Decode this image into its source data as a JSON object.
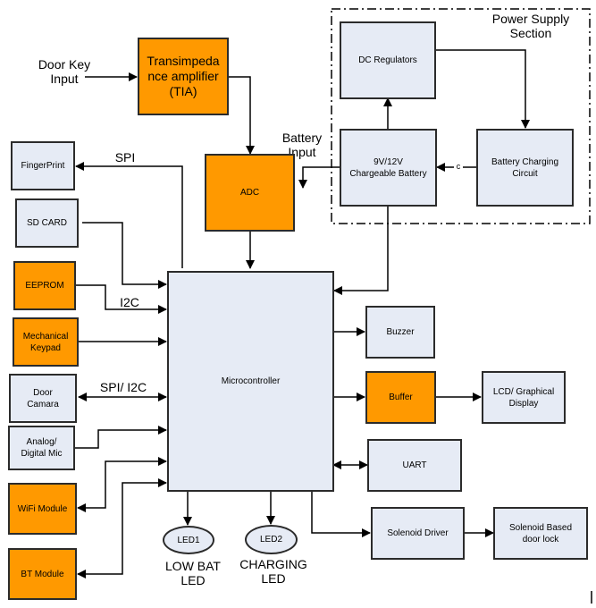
{
  "diagram": {
    "power_section_label": "Power Supply\nSection",
    "blocks": {
      "tia": "Transimpeda\nnce amplifier\n(TIA)",
      "adc": "ADC",
      "dc_regulators": "DC Regulators",
      "battery": "9V/12V\nChargeable Battery",
      "charging_circuit": "Battery Charging\nCircuit",
      "fingerprint": "FingerPrint",
      "sd_card": "SD CARD",
      "eeprom": "EEPROM",
      "keypad": "Mechanical\nKeypad",
      "camera": "Door\nCamara",
      "mic": "Analog/\nDigital Mic",
      "wifi": "WiFi Module",
      "bt": "BT Module",
      "mcu": "Microcontroller",
      "buzzer": "Buzzer",
      "buffer": "Buffer",
      "lcd": "LCD/ Graphical\nDisplay",
      "uart": "UART",
      "solenoid_driver": "Solenoid Driver",
      "solenoid_lock": "Solenoid Based\ndoor lock",
      "led1": "LED1",
      "led2": "LED2"
    },
    "labels": {
      "door_key_input": "Door Key\nInput",
      "battery_input": "Battery\nInput",
      "spi": "SPI",
      "i2c": "I2C",
      "spi_i2c": "SPI/ I2C",
      "c_marker": "c",
      "low_bat_led": "LOW BAT\nLED",
      "charging_led": "CHARGING\nLED"
    },
    "colors": {
      "light_block": "#e6ebf5",
      "highlight_block": "#ff9900",
      "line": "#000000"
    }
  }
}
